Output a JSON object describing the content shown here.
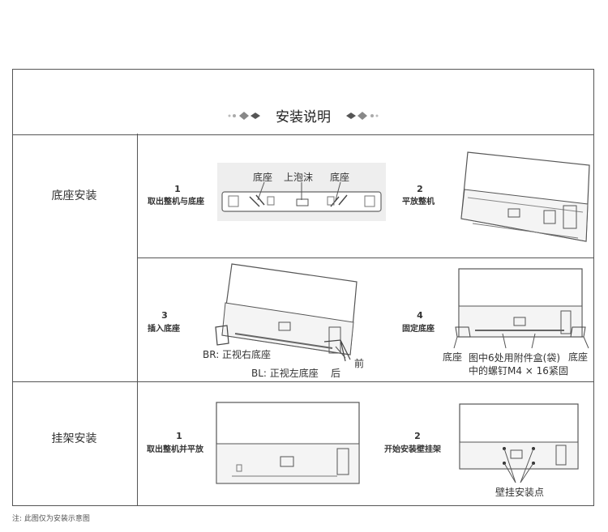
{
  "title": "安装说明",
  "sections": [
    {
      "label": "底座安装",
      "steps": [
        {
          "num": "1",
          "text": "取出整机与底座",
          "labels": {
            "left": "底座",
            "mid": "上泡沫",
            "right": "底座"
          }
        },
        {
          "num": "2",
          "text": "平放整机"
        },
        {
          "num": "3",
          "text": "插入底座",
          "labels": {
            "br": "BR: 正视右底座",
            "bl": "BL: 正视左底座",
            "front": "前",
            "back": "后"
          }
        },
        {
          "num": "4",
          "text": "固定底座",
          "labels": {
            "left": "底座",
            "right": "底座",
            "line1": "图中6处用附件盒(袋)",
            "line2": "中的螺钉M4 × 16紧固"
          }
        }
      ]
    },
    {
      "label": "挂架安装",
      "steps": [
        {
          "num": "1",
          "text": "取出整机并平放"
        },
        {
          "num": "2",
          "text": "开始安装壁挂架",
          "labels": {
            "point": "壁挂安装点"
          }
        }
      ]
    }
  ],
  "note": "注: 此图仅为安装示意图"
}
